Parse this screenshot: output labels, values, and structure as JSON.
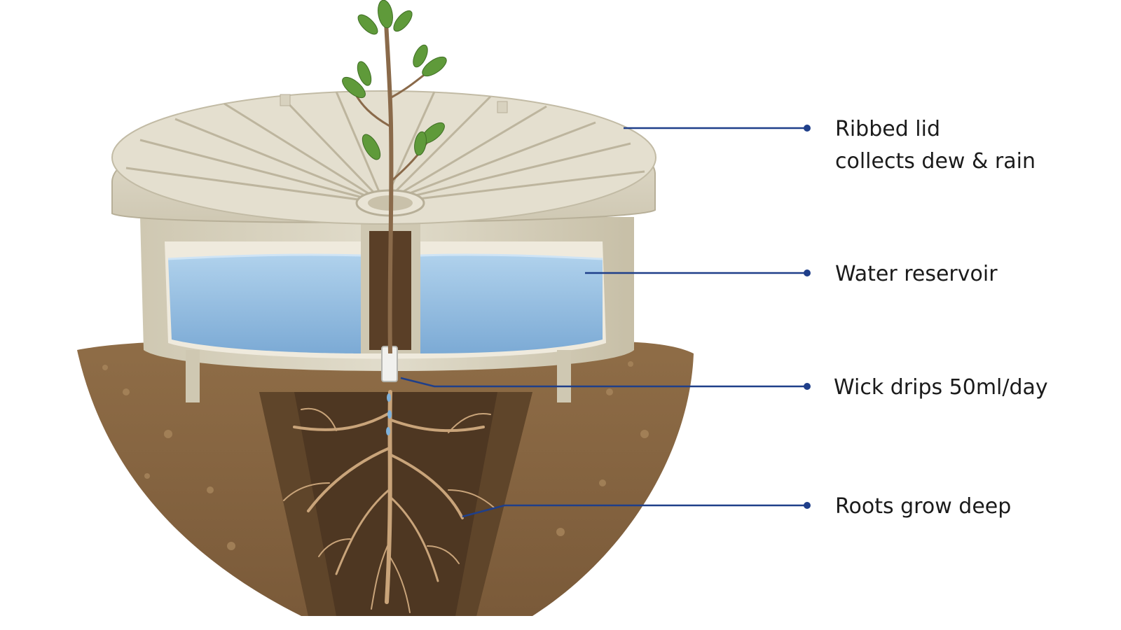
{
  "labels": {
    "lid_line1": "Ribbed lid",
    "lid_line2": "collects dew & rain",
    "reservoir": "Water reservoir",
    "wick": "Wick drips 50ml/day",
    "roots": "Roots grow deep"
  },
  "colors": {
    "leader": "#1f3f8a",
    "water": "#8fbde3",
    "water_deep": "#6fa3d4",
    "plastic": "#d9d3c1",
    "plastic_shade": "#b7af98",
    "soil": "#8b6a45",
    "soil_dark": "#4a3420",
    "root": "#c9a47a",
    "stem": "#8a6a4a",
    "leaf": "#5f9a3a"
  }
}
